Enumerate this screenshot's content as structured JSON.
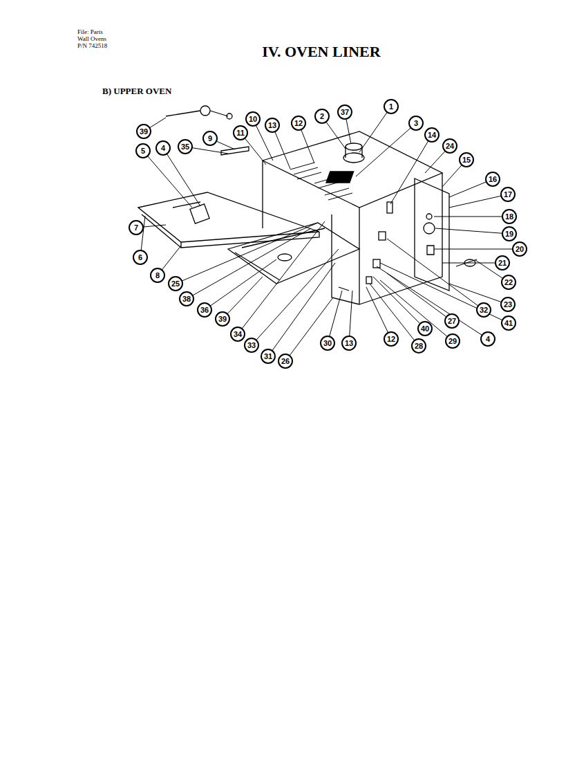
{
  "diagram": {
    "title": "IV. OVEN LINER",
    "labels": [
      "File: Parts",
      "Wall Ovens",
      "P/N 742518",
      "B) UPPER OVEN",
      "39",
      "10",
      "11",
      "13",
      "12",
      "2",
      "37",
      "1",
      "3",
      "14",
      "24",
      "15",
      "16",
      "17",
      "18",
      "19",
      "20",
      "21",
      "22",
      "23",
      "32",
      "41",
      "4",
      "27",
      "29",
      "40",
      "28",
      "12",
      "13",
      "30",
      "26",
      "31",
      "33",
      "34",
      "39",
      "36",
      "38",
      "25",
      "8",
      "6",
      "7",
      "5",
      "4",
      "35",
      "9"
    ]
  }
}
